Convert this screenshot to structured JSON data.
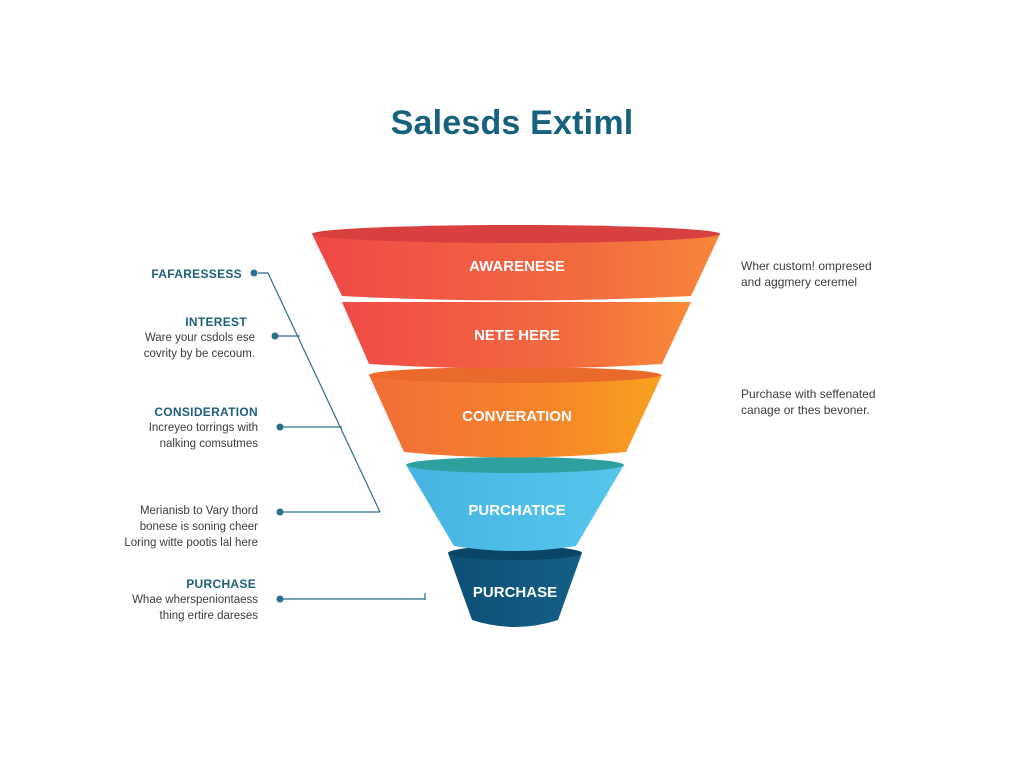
{
  "title": "Salesds Extiml",
  "colors": {
    "title": "#15617e",
    "connector": "#2a6f8c",
    "stage_red": "#f04b4b",
    "stage_orange": "#f7931e",
    "stage_blue": "#4bbde6",
    "stage_navy": "#0f5a80"
  },
  "funnel": {
    "stages": [
      {
        "label": "AWARENESE"
      },
      {
        "label": "NETE HERE"
      },
      {
        "label": "CONVERATION"
      },
      {
        "label": "PURCHATICE"
      },
      {
        "label": "PURCHASE"
      }
    ]
  },
  "left_labels": [
    {
      "heading": "FAFARESSESS",
      "lines": []
    },
    {
      "heading": "INTEREST",
      "lines": [
        "Ware your csdols ese",
        "covrity by be cecoum."
      ]
    },
    {
      "heading": "CONSIDERATION",
      "lines": [
        "Increyeo torrings with",
        "nalking comsutmes"
      ]
    },
    {
      "heading": "",
      "lines": [
        "Merianisb to Vary thord",
        "bonese is soning cheer",
        "Loring witte pootis lal here"
      ]
    },
    {
      "heading": "PURCHASE",
      "lines": [
        "Whae wherspeniontaess",
        "thing ertire dareses"
      ]
    }
  ],
  "right_notes": [
    {
      "lines": [
        "Wher custom! ompresed",
        "and aggmery ceremel"
      ]
    },
    {
      "lines": [
        "Purchase with seffenated",
        "canage or thes bevoner."
      ]
    }
  ]
}
